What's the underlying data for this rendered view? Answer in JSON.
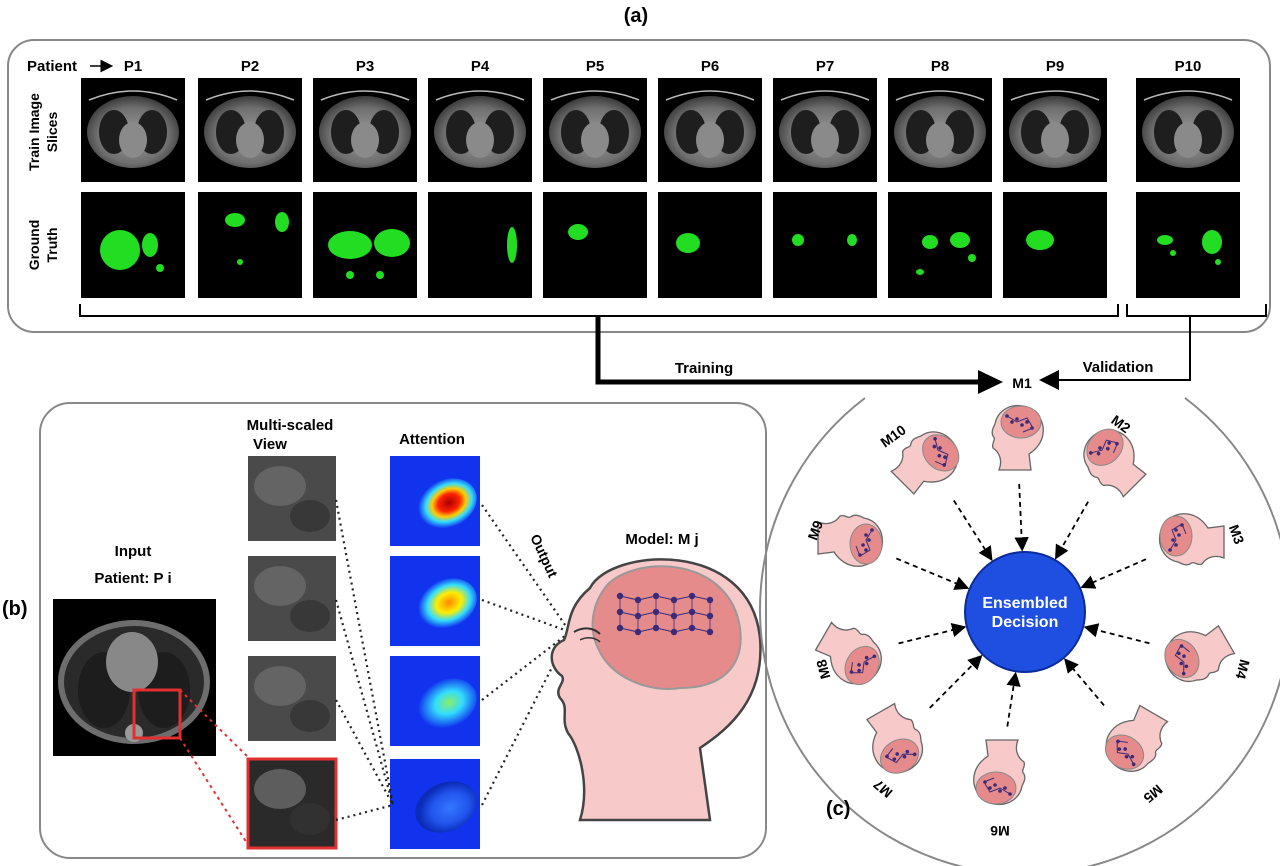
{
  "panel_a": {
    "label": "(a)",
    "patient_header": "Patient",
    "row_train": "Train Image\nSlices",
    "row_train_lines": [
      "Train Image",
      "Slices"
    ],
    "row_gt_lines": [
      "Ground",
      "Truth"
    ],
    "patients": [
      "P1",
      "P2",
      "P3",
      "P4",
      "P5",
      "P6",
      "P7",
      "P8",
      "P9",
      "P10"
    ]
  },
  "arrows": {
    "training": "Training",
    "validation": "Validation"
  },
  "panel_b": {
    "label": "(b)",
    "multiscale_lines": [
      "Multi-scaled",
      "View"
    ],
    "attention": "Attention",
    "output": "Output",
    "input": "Input",
    "patient": "Patient: P i",
    "model": "Model: M j"
  },
  "panel_c": {
    "label": "(c)",
    "center_lines": [
      "Ensembled",
      "Decision"
    ],
    "models": [
      "M1",
      "M2",
      "M3",
      "M4",
      "M5",
      "M6",
      "M7",
      "M8",
      "M9",
      "M10"
    ]
  },
  "colors": {
    "frame": "#888888",
    "mask": "#22dd22",
    "ensemble": "#1f4fe0",
    "skin": "#f7c9c9",
    "brain": "#e58b8b",
    "network": "#3a2a7a"
  }
}
